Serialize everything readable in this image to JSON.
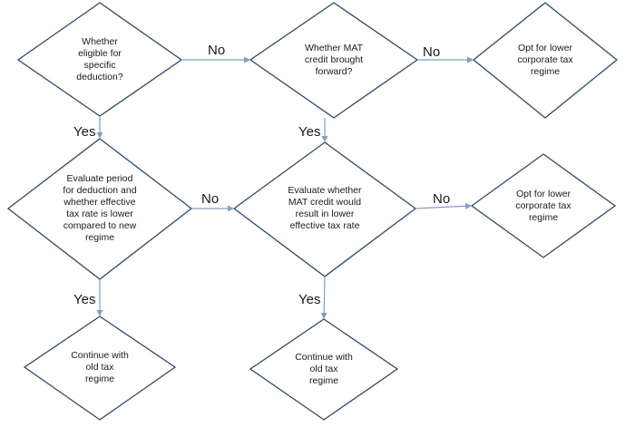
{
  "diagram": {
    "nodes": {
      "n1": {
        "lines": [
          "Whether",
          "eligible for",
          "specific",
          "deduction?"
        ]
      },
      "n2": {
        "lines": [
          "Whether MAT",
          "credit brought",
          "forward?"
        ]
      },
      "n3": {
        "lines": [
          "Opt for lower",
          "corporate tax",
          "regime"
        ]
      },
      "n4": {
        "lines": [
          "Evaluate period",
          "for deduction and",
          "whether effective",
          "tax rate is lower",
          "compared to new",
          "regime"
        ]
      },
      "n5": {
        "lines": [
          "Evaluate whether",
          "MAT credit would",
          "result in lower",
          "effective tax rate"
        ]
      },
      "n6": {
        "lines": [
          "Opt for lower",
          "corporate tax",
          "regime"
        ]
      },
      "n7": {
        "lines": [
          "Continue with",
          "old tax",
          "regime"
        ]
      },
      "n8": {
        "lines": [
          "Continue with",
          "old tax",
          "regime"
        ]
      }
    },
    "edges": {
      "e1": {
        "label": "No"
      },
      "e2": {
        "label": "No"
      },
      "e3": {
        "label": "Yes"
      },
      "e4": {
        "label": "Yes"
      },
      "e5": {
        "label": "No"
      },
      "e6": {
        "label": "No"
      },
      "e7": {
        "label": "Yes"
      },
      "e8": {
        "label": "Yes"
      }
    },
    "colors": {
      "shape_stroke": "#2e4a6b",
      "shape_fill": "#ffffff",
      "arrow": "#7f9fc8",
      "text": "#1a1a1a"
    }
  }
}
